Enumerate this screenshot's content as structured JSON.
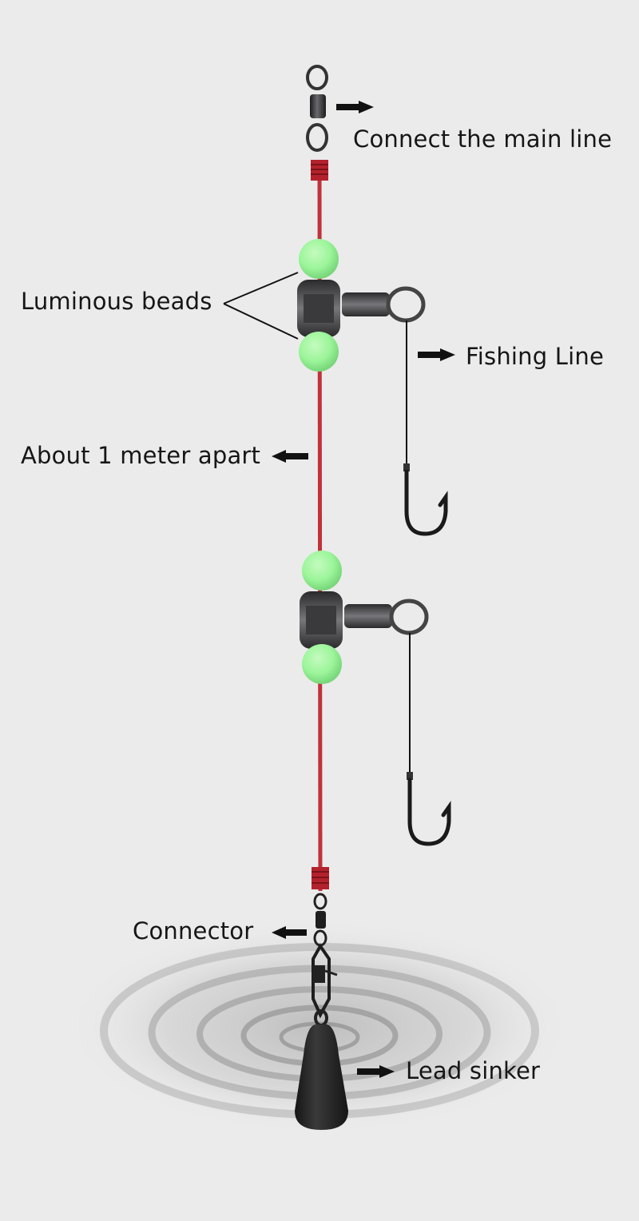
{
  "diagram": {
    "title": "Fishing rig structure",
    "background_color": "#ebebeb",
    "colors": {
      "main_line": "#c0323b",
      "bead": "#9cf59a",
      "metal": "#2a2a2c",
      "sinker": "#222222",
      "text": "#161616"
    },
    "labels": {
      "connect_main_line": "Connect the main line",
      "luminous_beads": "Luminous beads",
      "fishing_line": "Fishing Line",
      "about_1_meter": "About 1 meter apart",
      "connector": "Connector",
      "lead_sinker": "Lead sinker"
    },
    "components": [
      {
        "name": "top-swivel",
        "label_key": "connect_main_line",
        "arrow": "right"
      },
      {
        "name": "bead-swivel-assembly-1",
        "beads": 2,
        "hook": true,
        "label_key": "luminous_beads"
      },
      {
        "name": "hook-line-1",
        "label_key": "fishing_line",
        "arrow": "right"
      },
      {
        "name": "main-line-segment",
        "label_key": "about_1_meter",
        "arrow": "left"
      },
      {
        "name": "bead-swivel-assembly-2",
        "beads": 2,
        "hook": true
      },
      {
        "name": "snap-connector",
        "label_key": "connector",
        "arrow": "left"
      },
      {
        "name": "lead-sinker",
        "label_key": "lead_sinker",
        "arrow": "right"
      }
    ]
  }
}
